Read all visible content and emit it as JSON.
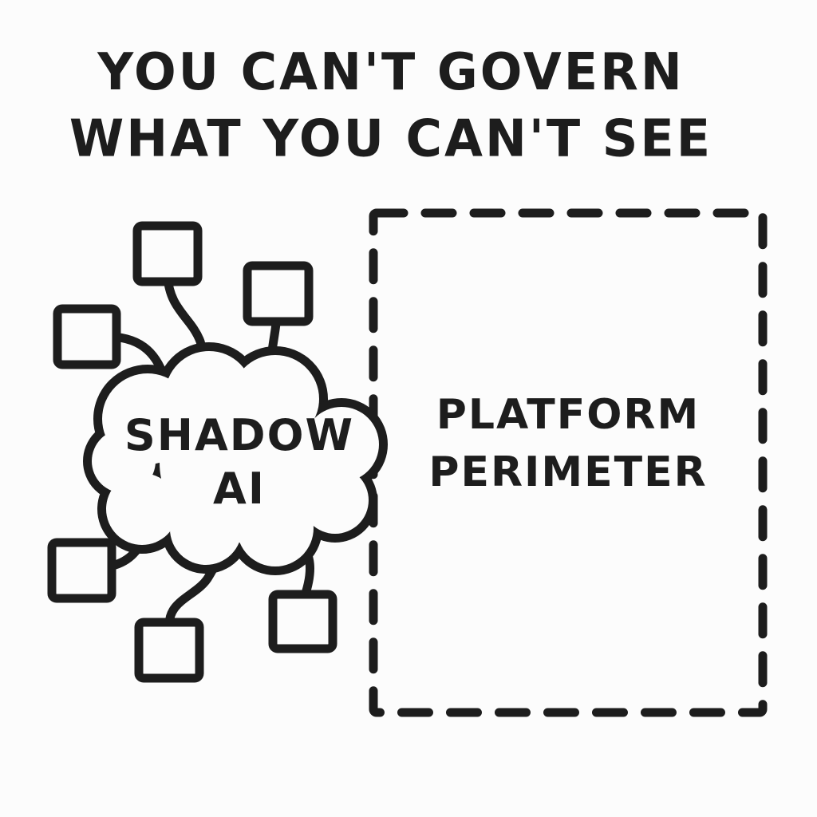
{
  "page": {
    "ink": "#1d1d1d",
    "background": "#fcfcfc",
    "style": "hand-drawn black-and-white illustration"
  },
  "title": {
    "line1": "YOU CAN'T GOVERN",
    "line2": "WHAT YOU CAN'T SEE"
  },
  "shadow_ai_cloud": {
    "line1": "SHADOW",
    "line2": "AI",
    "node_shape": "square",
    "node_count": 6
  },
  "platform_perimeter": {
    "line1": "PLATFORM",
    "line2": "PERIMETER",
    "border_style": "dashed"
  }
}
